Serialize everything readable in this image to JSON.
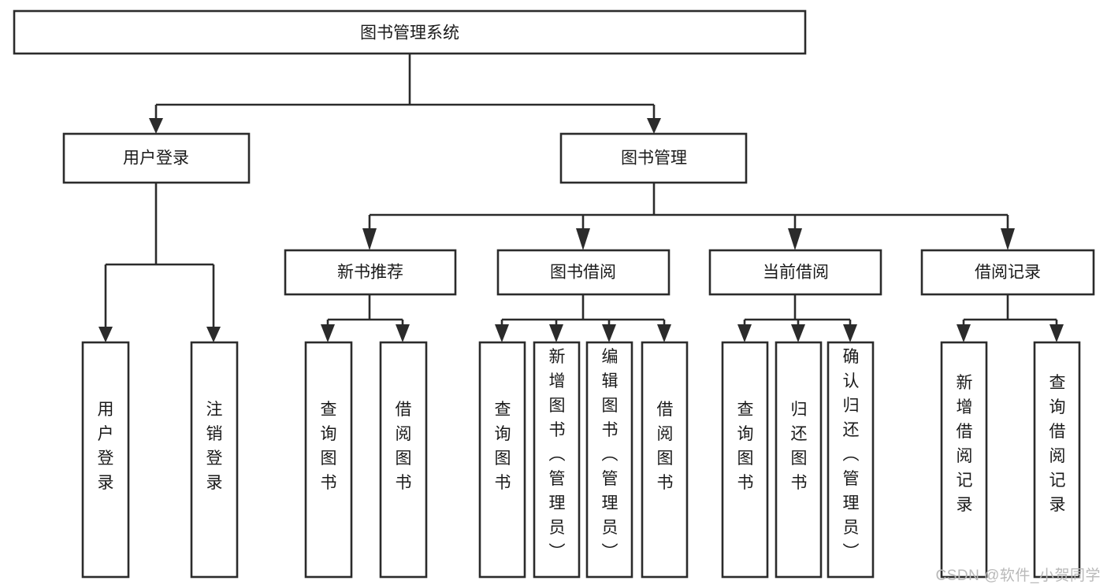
{
  "diagram": {
    "type": "tree",
    "title": "图书管理系统",
    "watermark": "CSDN @软件_小贺同学",
    "colors": {
      "stroke": "#2b2b2b",
      "fill": "#ffffff",
      "text": "#1a1a1a",
      "watermark": "#b9b9b9"
    },
    "levels": {
      "root": "图书管理系统",
      "level2": [
        "用户登录",
        "图书管理"
      ],
      "level3": [
        "新书推荐",
        "图书借阅",
        "当前借阅",
        "借阅记录"
      ]
    },
    "nodes": {
      "root": {
        "label": "图书管理系统",
        "orientation": "horizontal"
      },
      "user_login": {
        "label": "用户登录",
        "orientation": "horizontal"
      },
      "book_manage": {
        "label": "图书管理",
        "orientation": "horizontal"
      },
      "new_book_rec": {
        "label": "新书推荐",
        "orientation": "horizontal"
      },
      "book_borrow": {
        "label": "图书借阅",
        "orientation": "horizontal"
      },
      "current_borrow": {
        "label": "当前借阅",
        "orientation": "horizontal"
      },
      "borrow_record": {
        "label": "借阅记录",
        "orientation": "horizontal"
      },
      "leaf_user_login": {
        "label": "用户登录",
        "orientation": "vertical"
      },
      "leaf_logout": {
        "label": "注销登录",
        "orientation": "vertical"
      },
      "leaf_query_book_1": {
        "label": "查询图书",
        "orientation": "vertical"
      },
      "leaf_borrow_book_1": {
        "label": "借阅图书",
        "orientation": "vertical"
      },
      "leaf_query_book_2": {
        "label": "查询图书",
        "orientation": "vertical"
      },
      "leaf_add_book": {
        "label": "新增图书（管理员）",
        "orientation": "vertical"
      },
      "leaf_edit_book": {
        "label": "编辑图书（管理员）",
        "orientation": "vertical"
      },
      "leaf_borrow_book_2": {
        "label": "借阅图书",
        "orientation": "vertical"
      },
      "leaf_query_book_3": {
        "label": "查询图书",
        "orientation": "vertical"
      },
      "leaf_return_book": {
        "label": "归还图书",
        "orientation": "vertical"
      },
      "leaf_confirm_return": {
        "label": "确认归还（管理员）",
        "orientation": "vertical"
      },
      "leaf_add_record": {
        "label": "新增借阅记录",
        "orientation": "vertical"
      },
      "leaf_query_record": {
        "label": "查询借阅记录",
        "orientation": "vertical"
      }
    },
    "edges": [
      {
        "from": "root",
        "to": "user_login"
      },
      {
        "from": "root",
        "to": "book_manage"
      },
      {
        "from": "user_login",
        "to": "leaf_user_login"
      },
      {
        "from": "user_login",
        "to": "leaf_logout"
      },
      {
        "from": "book_manage",
        "to": "new_book_rec"
      },
      {
        "from": "book_manage",
        "to": "book_borrow"
      },
      {
        "from": "book_manage",
        "to": "current_borrow"
      },
      {
        "from": "book_manage",
        "to": "borrow_record"
      },
      {
        "from": "new_book_rec",
        "to": "leaf_query_book_1"
      },
      {
        "from": "new_book_rec",
        "to": "leaf_borrow_book_1"
      },
      {
        "from": "book_borrow",
        "to": "leaf_query_book_2"
      },
      {
        "from": "book_borrow",
        "to": "leaf_add_book"
      },
      {
        "from": "book_borrow",
        "to": "leaf_edit_book"
      },
      {
        "from": "book_borrow",
        "to": "leaf_borrow_book_2"
      },
      {
        "from": "current_borrow",
        "to": "leaf_query_book_3"
      },
      {
        "from": "current_borrow",
        "to": "leaf_return_book"
      },
      {
        "from": "current_borrow",
        "to": "leaf_confirm_return"
      },
      {
        "from": "borrow_record",
        "to": "leaf_add_record"
      },
      {
        "from": "borrow_record",
        "to": "leaf_query_record"
      }
    ]
  }
}
